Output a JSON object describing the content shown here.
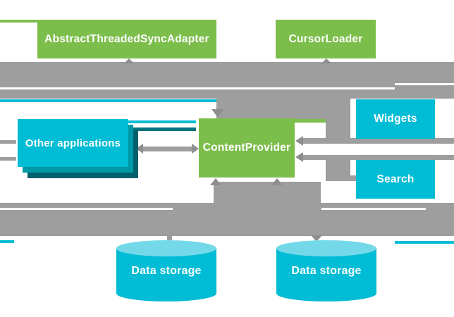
{
  "diagram": {
    "description": "Android content provider architecture diagram with thick gray arrow bands",
    "nodes": {
      "sync_adapter": {
        "label": "AbstractThreadedSyncAdapter"
      },
      "cursor_loader": {
        "label": "CursorLoader"
      },
      "content_provider": {
        "label": "ContentProvider"
      },
      "other_applications": {
        "label": "Other applications"
      },
      "widgets": {
        "label": "Widgets"
      },
      "search": {
        "label": "Search"
      },
      "data_storage_left": {
        "label": "Data storage"
      },
      "data_storage_right": {
        "label": "Data storage"
      }
    },
    "arrows": [
      "band up to AbstractThreadedSyncAdapter",
      "band up to CursorLoader",
      "band down to ContentProvider top",
      "Widgets left to ContentProvider",
      "Search left to ContentProvider",
      "Other applications double arrow ContentProvider",
      "two arrows from left image edge into Other applications",
      "two arrows up from storage band into ContentProvider bottom",
      "band down to Data storage cylinders"
    ],
    "colors": {
      "box_green": "#7CBE4B",
      "box_cyan": "#00BCD4",
      "stack_shadow_mid": "#0097A7",
      "stack_shadow_dark": "#00606C",
      "cylinder_top": "#73D9E8",
      "arrow_gray": "#9E9E9E",
      "arrowhead_gray": "#8E8E8E",
      "teal_streak": "#00737F",
      "label_text": "#FFFFFF",
      "background": "#FFFFFF"
    }
  }
}
